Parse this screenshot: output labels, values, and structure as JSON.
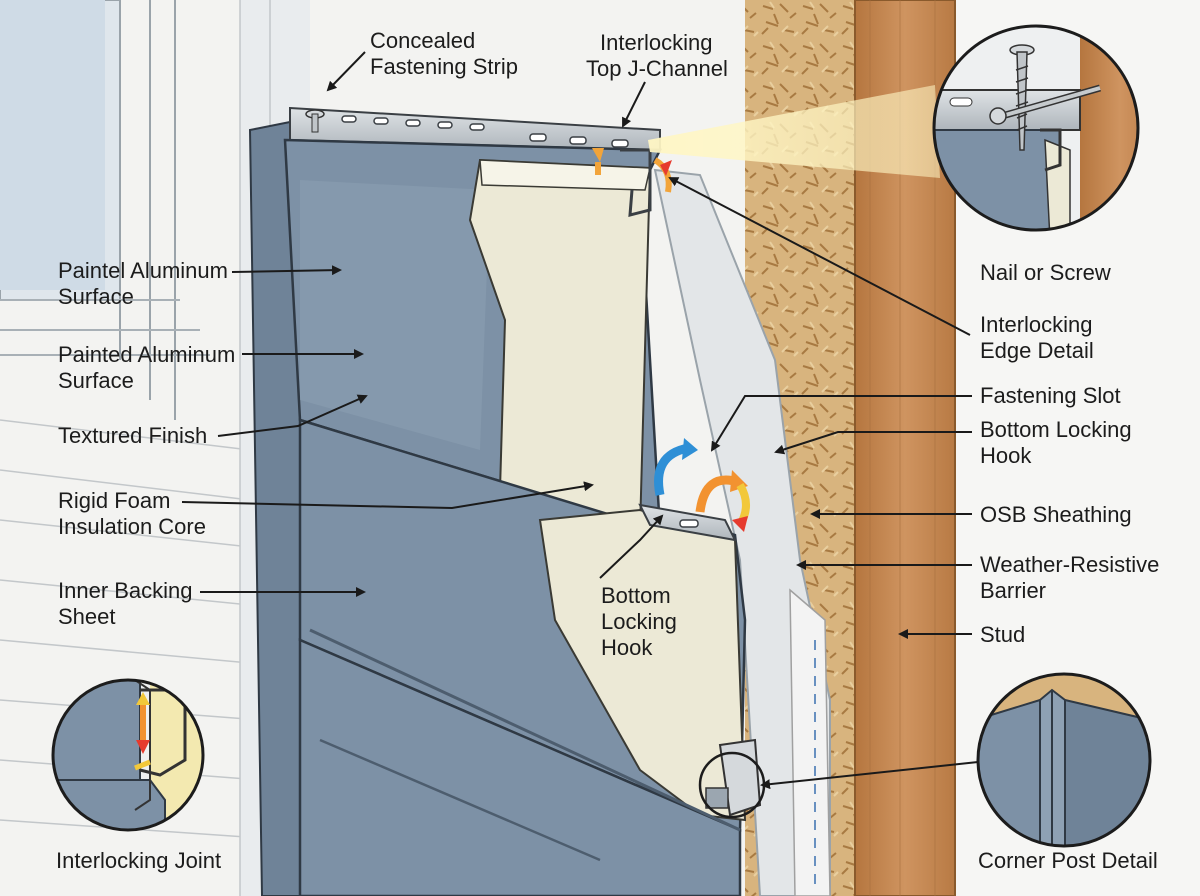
{
  "colors": {
    "panel_blue": "#7f93a8",
    "panel_blue_dark": "#56677a",
    "foam_core": "#ece9d6",
    "metal_strip": "#c9cdd1",
    "osb": "#d6b27c",
    "stud": "#c88a55",
    "arrow_warm": "#f2a43a",
    "arrow_blue": "#2e8fd6",
    "callout_glow": "#fff4b8"
  },
  "icons": {
    "nail": "nail-icon",
    "screw": "screw-icon",
    "motion_arrows": "curved-arrow-icon"
  },
  "labels": {
    "concealed_fastening_strip": [
      "Concealed",
      "Fastening Strip"
    ],
    "interlocking_top_jchannel": [
      "Interlocking",
      "Top J-Channel"
    ],
    "paintel_surface": [
      "Paintel Aluminum",
      "Surface"
    ],
    "painted_surface": [
      "Painted Aluminum",
      "Surface"
    ],
    "textured_finish": [
      "Textured Finish"
    ],
    "rigid_foam": [
      "Rigid Foam",
      "Insulation Core"
    ],
    "inner_backing": [
      "Inner Backing",
      "Sheet"
    ],
    "interlocking_joint": [
      "Interlocking Joint"
    ],
    "bottom_locking_hook_center": [
      "Bottom",
      "Locking",
      "Hook"
    ],
    "nail_or_screw": [
      "Nail or Screw"
    ],
    "interlocking_edge_detail": [
      "Interlocking",
      "Edge Detail"
    ],
    "fastening_slot": [
      "Fastening Slot"
    ],
    "bottom_locking_hook_right": [
      "Bottom Locking",
      "Hook"
    ],
    "osb_sheathing": [
      "OSB Sheathing"
    ],
    "weather_resistive_barrier": [
      "Weather-Resistive",
      "Barrier"
    ],
    "stud": [
      "Stud"
    ],
    "corner_post_detail": [
      "Corner Post Detail"
    ]
  }
}
